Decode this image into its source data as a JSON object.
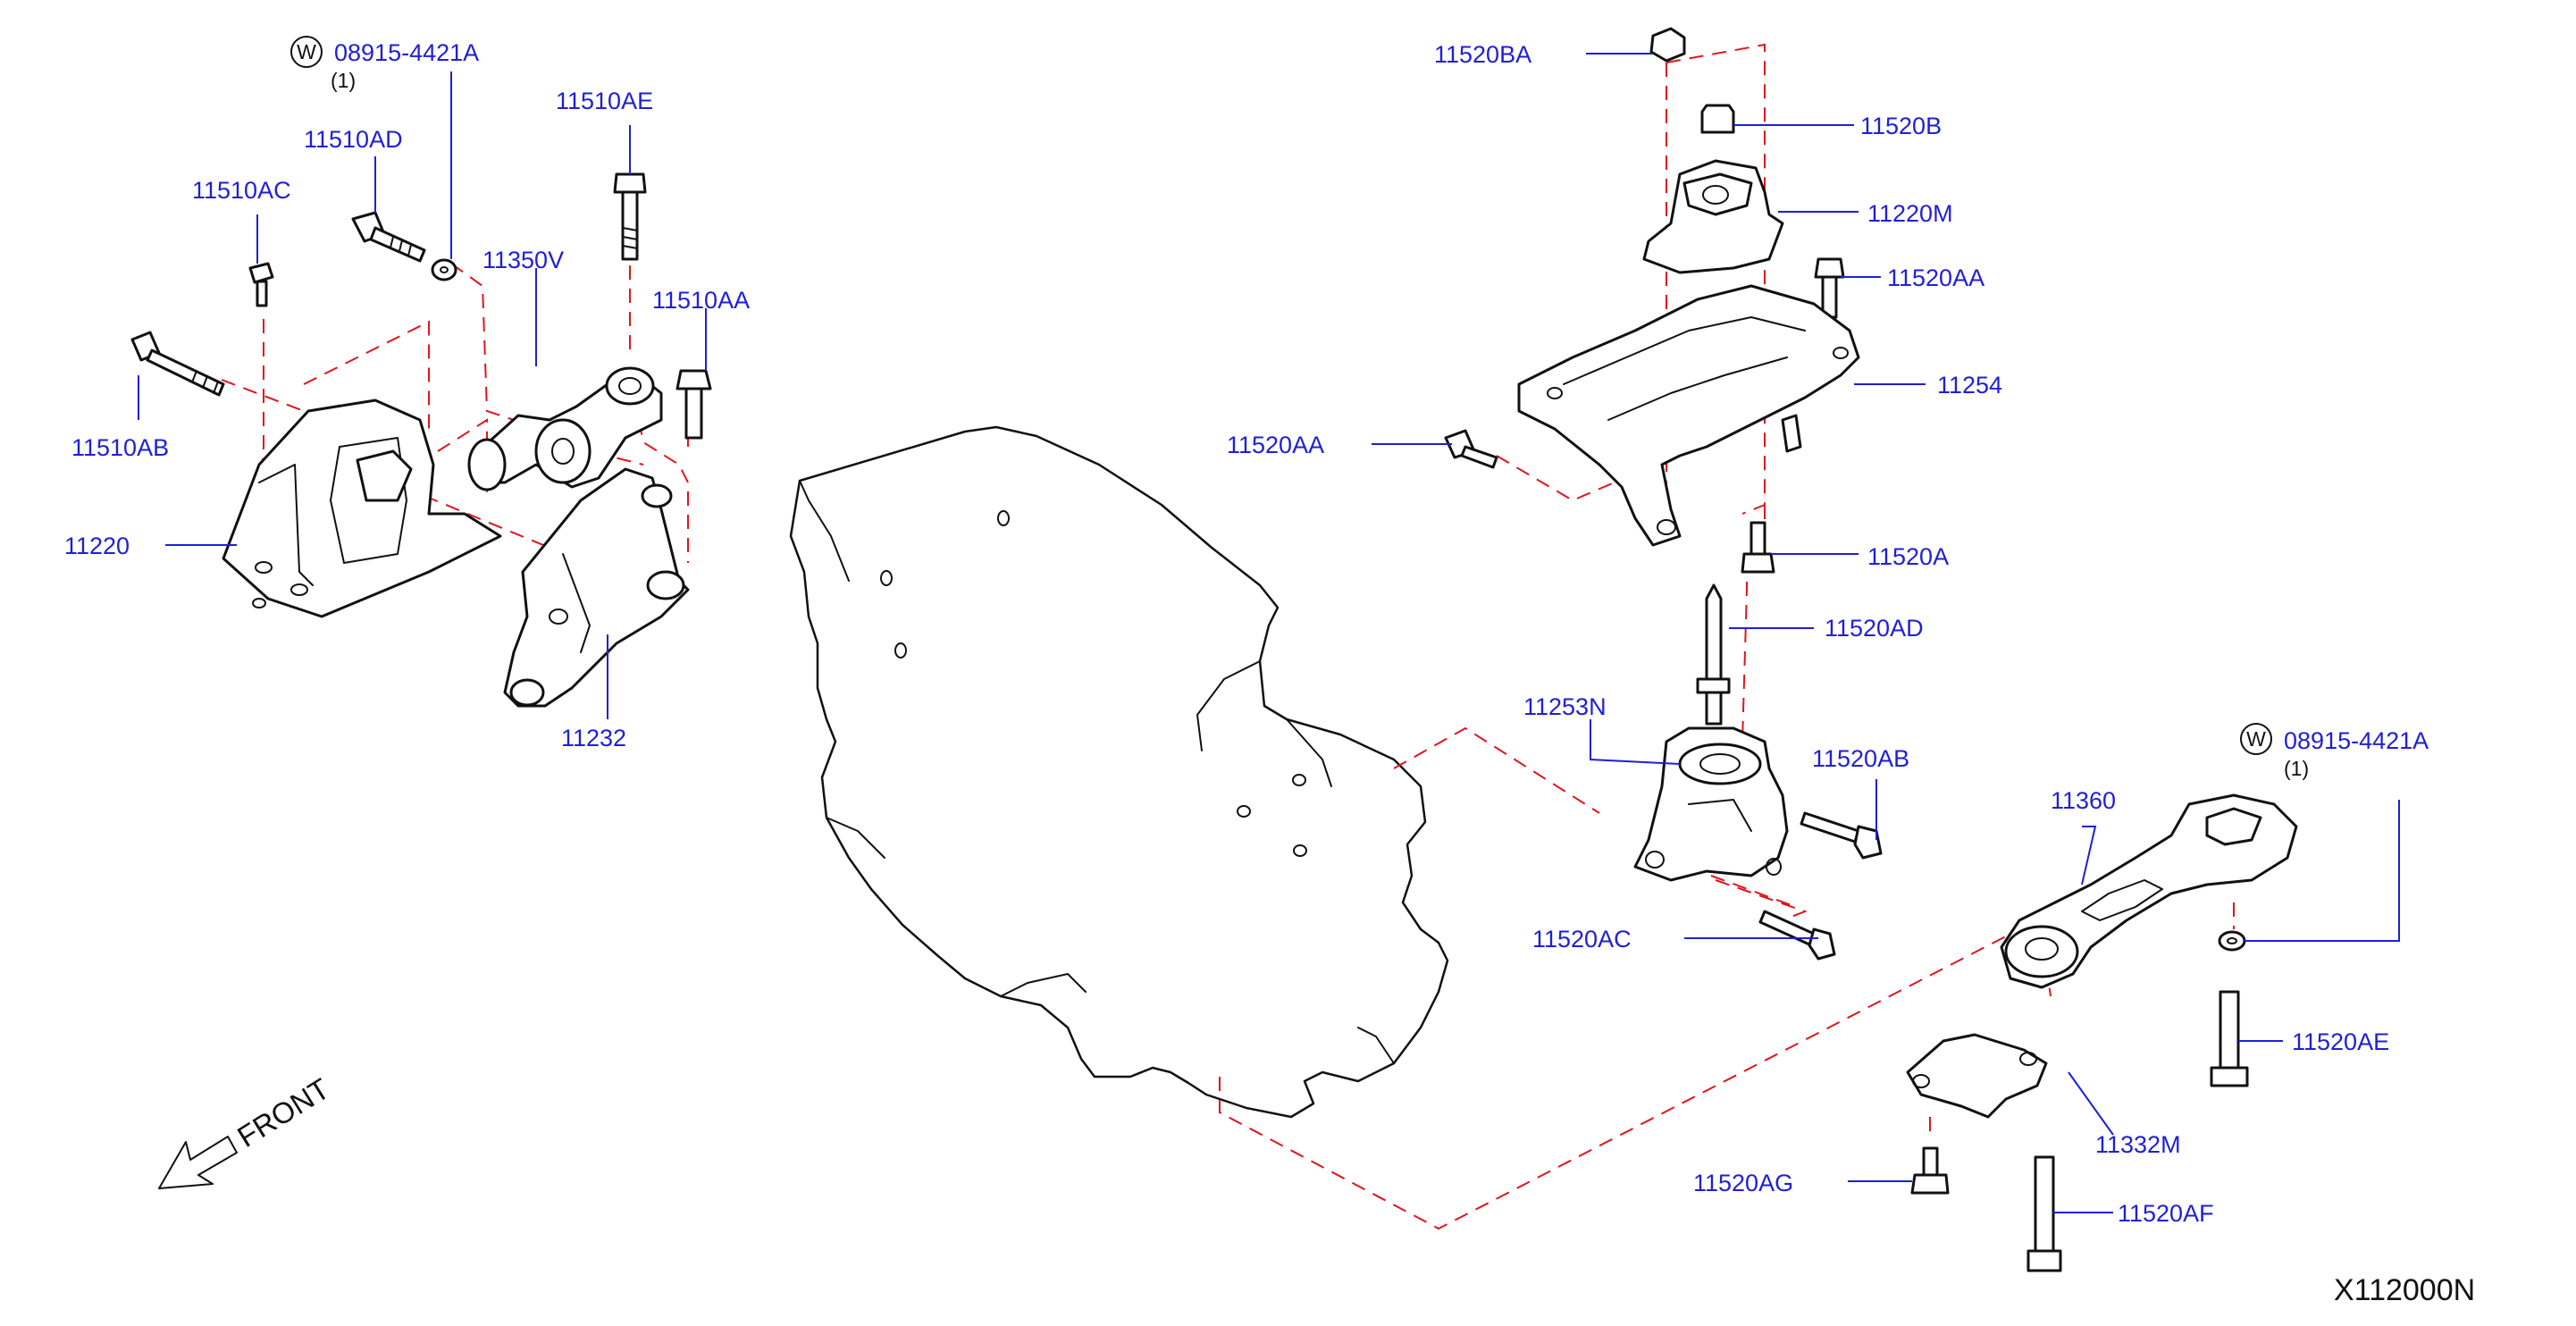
{
  "diagram": {
    "reference_code": "X112000N",
    "front_label": "FRONT",
    "washer_symbol": "W",
    "parts": {
      "p08915_4421A_top": {
        "code": "08915-4421A",
        "qty": "(1)"
      },
      "p11510AD": "11510AD",
      "p11510AE": "11510AE",
      "p11510AC": "11510AC",
      "p11350V": "11350V",
      "p11510AA": "11510AA",
      "p11510AB": "11510AB",
      "p11220": "11220",
      "p11232": "11232",
      "p11520BA": "11520BA",
      "p11520B": "11520B",
      "p11220M": "11220M",
      "p11520AA_right": "11520AA",
      "p11254": "11254",
      "p11520AA_left": "11520AA",
      "p11520A": "11520A",
      "p11520AD": "11520AD",
      "p11253N": "11253N",
      "p11520AB": "11520AB",
      "p11520AC": "11520AC",
      "p11360": "11360",
      "p08915_4421A_bottom": {
        "code": "08915-4421A",
        "qty": "(1)"
      },
      "p11520AE": "11520AE",
      "p11332M": "11332M",
      "p11520AG": "11520AG",
      "p11520AF": "11520AF"
    }
  }
}
